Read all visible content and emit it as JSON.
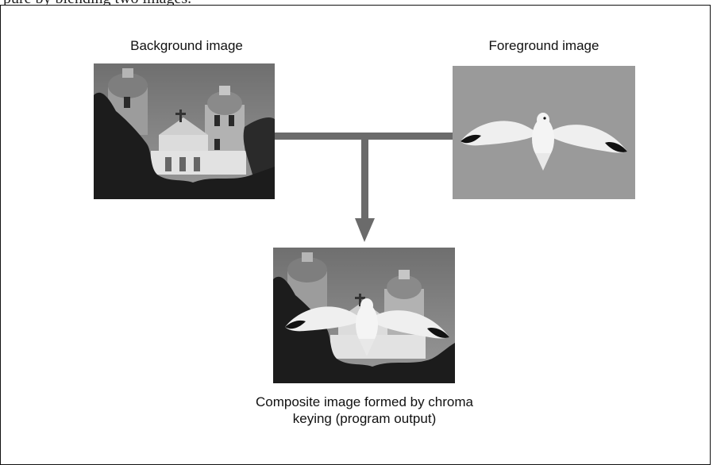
{
  "page": {
    "top_text": "pure by blending two images.",
    "background_label": "Background image",
    "foreground_label": "Foreground image",
    "composite_label_line1": "Composite image formed by chroma",
    "composite_label_line2": "keying (program output)"
  },
  "colors": {
    "connector": "#6b6b6b",
    "sky_gray": "#8f8f8f",
    "sky_gray_light": "#a9a9a9",
    "border": "#111111"
  }
}
